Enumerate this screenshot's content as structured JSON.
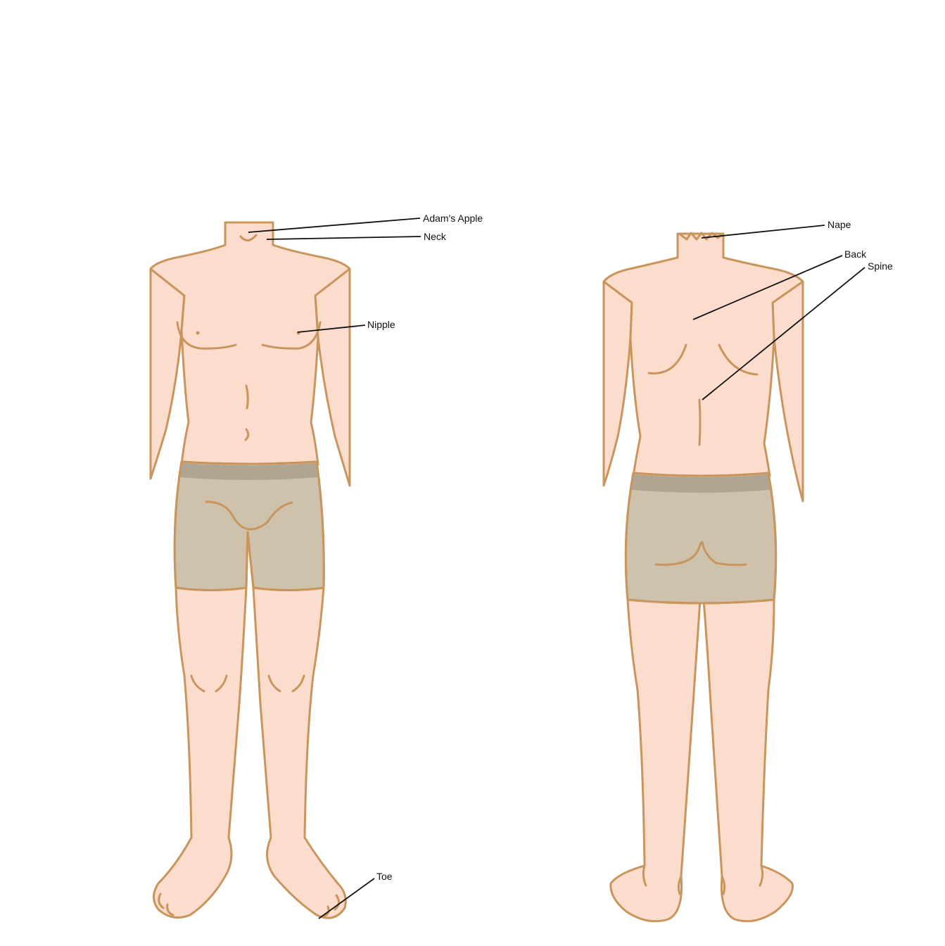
{
  "diagram": {
    "colors": {
      "skin": "#fcdccc",
      "outline": "#c8955d",
      "shorts": "#cfc2ad",
      "waistband": "#b0a593",
      "leader": "#111111",
      "background": "#ffffff"
    },
    "front_labels": {
      "adams_apple": "Adam's Apple",
      "neck": "Neck",
      "nipple": "Nipple",
      "toe": "Toe"
    },
    "back_labels": {
      "nape": "Nape",
      "back": "Back",
      "spine": "Spine"
    }
  }
}
